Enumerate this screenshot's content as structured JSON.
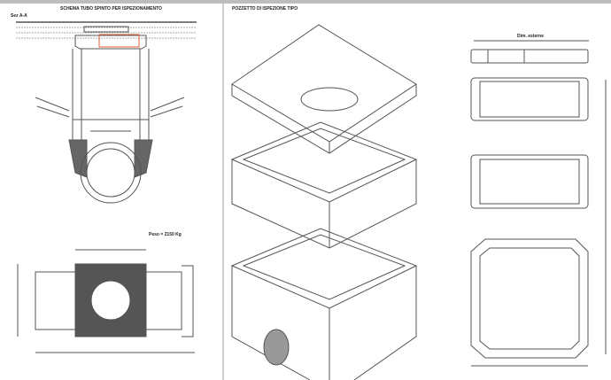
{
  "left_panel": {
    "title": "SCHEMA TUBO SPINTO PER ISPEZIONAMENTO",
    "section_label": "Sez A-A",
    "weight_label": "Peso = 2150 Kg"
  },
  "right_panel": {
    "title": "POZZETTO DI ISPEZIONE TIPO",
    "dimension_label": "Dim. esterne"
  },
  "colors": {
    "line": "#555555",
    "highlight": "#e0603a",
    "hatch": "#555555"
  }
}
